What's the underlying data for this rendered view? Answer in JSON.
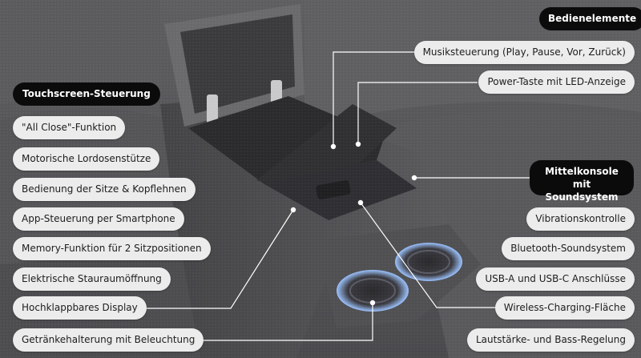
{
  "colors": {
    "fabric": "#57575a",
    "fabric_dark": "#3e3e41",
    "pill_bg": "#ececec",
    "pill_text": "#1d1d1d",
    "header_bg": "#0b0b0b",
    "header_text": "#ffffff",
    "led": "#7fb0ff"
  },
  "headers": {
    "touchscreen": "Touchscreen-Steuerung",
    "controls": "Bedienelemente",
    "console": "Mittelkonsole mit Soundsystem"
  },
  "left_features": [
    "\"All Close\"-Funktion",
    "Motorische Lordosenstütze",
    "Bedienung der Sitze & Kopflehnen",
    "App-Steuerung per Smartphone",
    "Memory-Funktion für 2 Sitzpositionen",
    "Elektrische Stauraumöffnung",
    "Hochklappbares Display",
    "Getränkehalterung mit Beleuchtung"
  ],
  "control_features": [
    "Musiksteuerung (Play, Pause, Vor, Zurück)",
    "Power-Taste mit LED-Anzeige"
  ],
  "console_features": [
    "Vibrationskontrolle",
    "Bluetooth-Soundsystem",
    "USB-A und USB-C Anschlüsse",
    "Wireless-Charging-Fläche",
    "Lautstärke- und Bass-Regelung"
  ]
}
